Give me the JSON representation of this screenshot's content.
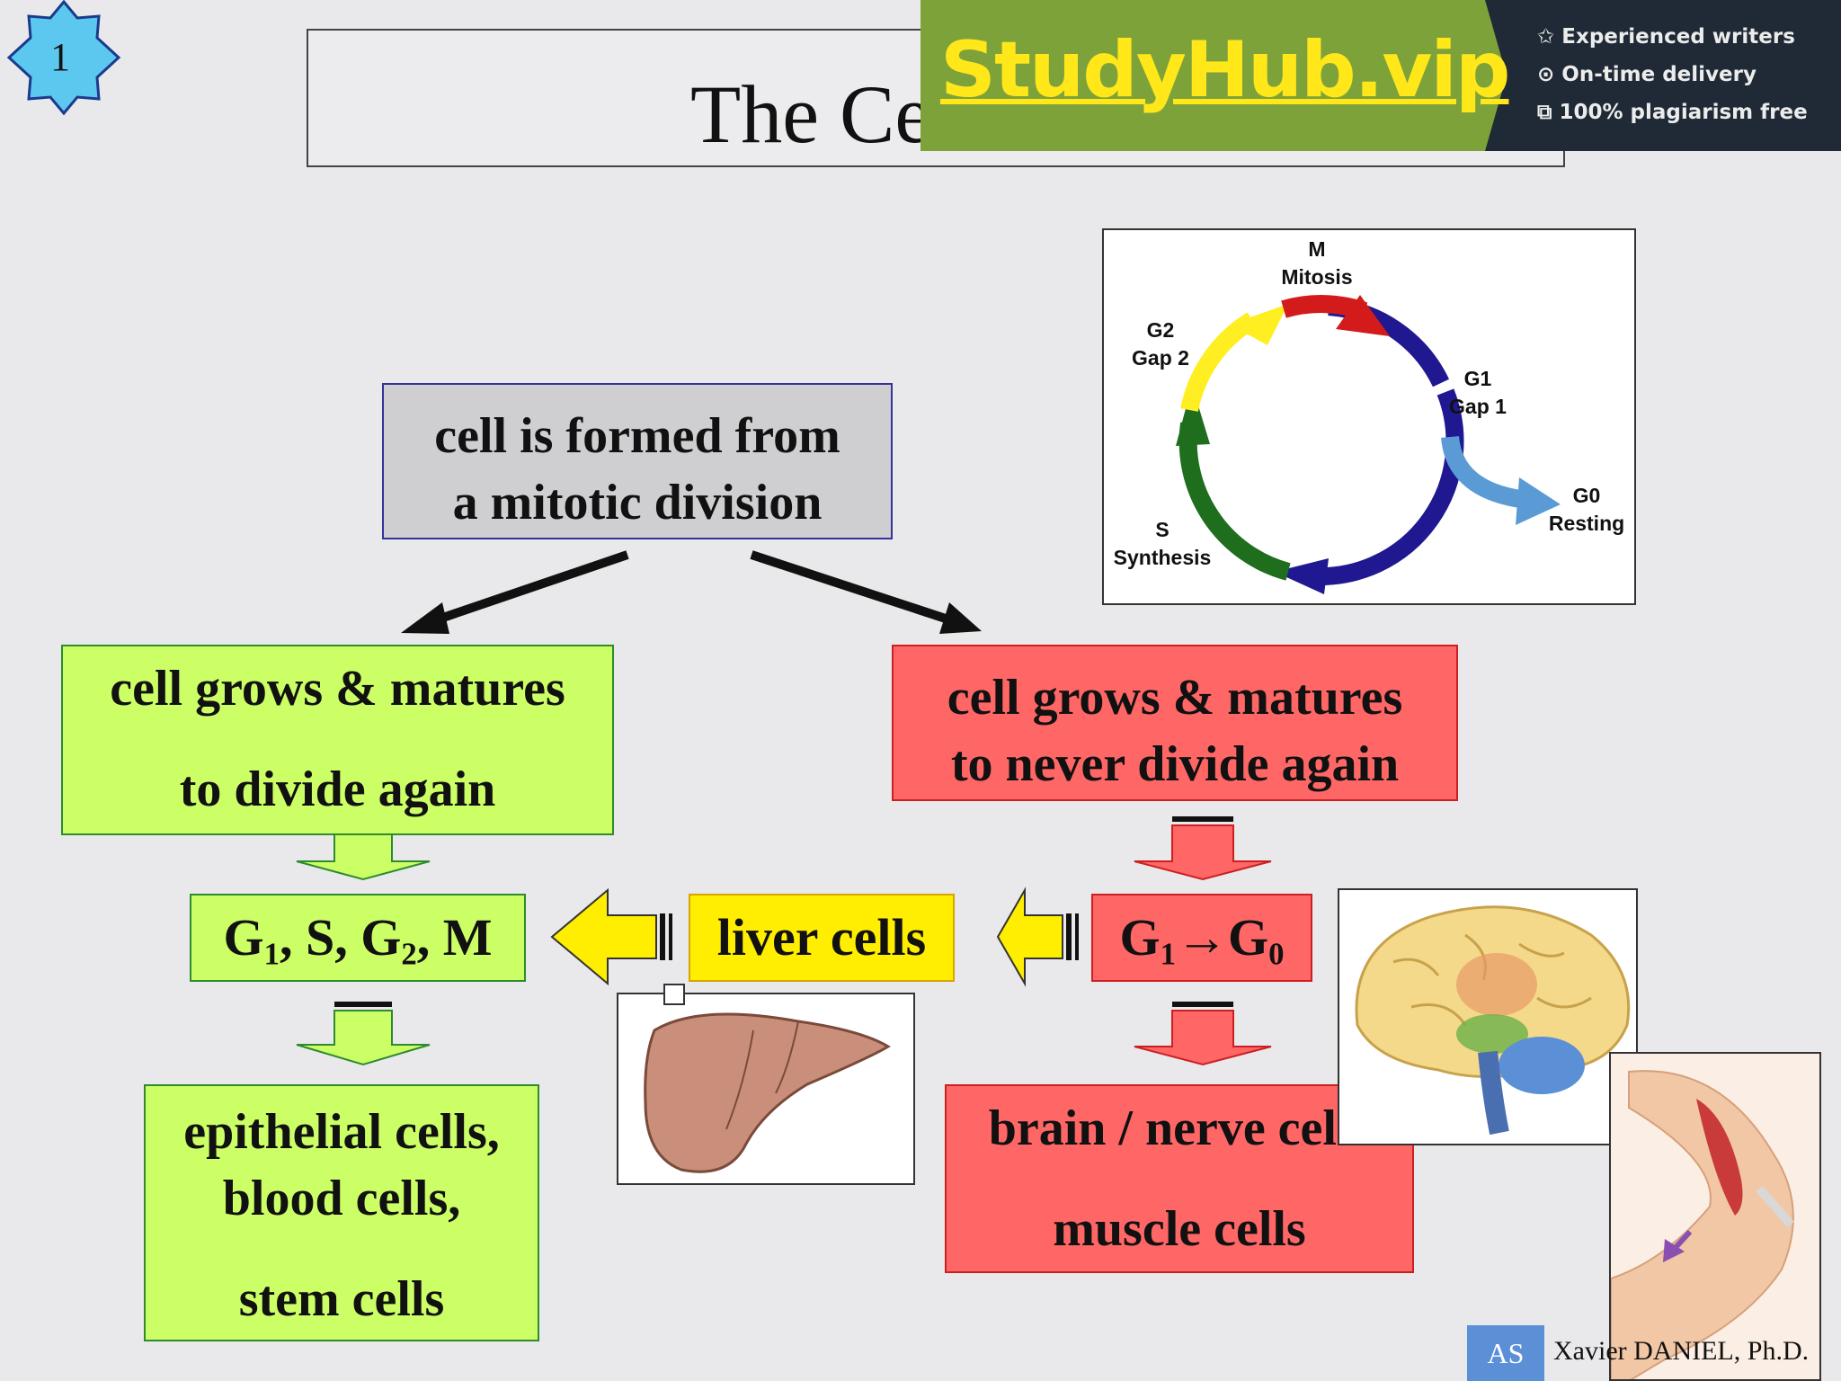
{
  "slide_number": "1",
  "title": "The Ce",
  "banner": {
    "brand": "StudyHub.vip",
    "features": [
      {
        "icon": "star-icon",
        "glyph": "✩",
        "text": "Experienced writers"
      },
      {
        "icon": "clock-icon",
        "glyph": "⊙",
        "text": "On-time delivery"
      },
      {
        "icon": "copy-icon",
        "glyph": "⧉",
        "text": "100% plagiarism free"
      }
    ]
  },
  "origin": {
    "line1": "cell is formed from",
    "line2": "a mitotic division"
  },
  "left_branch": {
    "line1": "cell grows & matures",
    "line2": "to divide again"
  },
  "right_branch": {
    "line1": "cell grows & matures",
    "line2": "to never divide again"
  },
  "phases_box": {
    "g": "G",
    "s1": "1",
    "comma1": ", S, ",
    "g2": "G",
    "s2": "2",
    "tail": ", M"
  },
  "liver_box": "liver cells",
  "g0_box": {
    "g1": "G",
    "s1": "1",
    "arrow": "→",
    "g0": "G",
    "s0": "0"
  },
  "dividing_examples": {
    "line1": "epithelial cells,",
    "line2": "blood cells,",
    "line3": "stem cells"
  },
  "nondividing_examples": {
    "line1": "brain / nerve cells",
    "line2": "muscle cells"
  },
  "cycle": {
    "m": {
      "code": "M",
      "name": "Mitosis"
    },
    "g1": {
      "code": "G1",
      "name": "Gap 1"
    },
    "g0": {
      "code": "G0",
      "name": "Resting"
    },
    "s": {
      "code": "S",
      "name": "Synthesis"
    },
    "g2": {
      "code": "G2",
      "name": "Gap 2"
    },
    "colors": {
      "m": "#d41b1b",
      "g1": "#1f1890",
      "s": "#1e6e1e",
      "g2": "#ffee22",
      "g0": "#5b9bd5"
    }
  },
  "footer": {
    "badge": "AS",
    "author": "Xavier DANIEL, Ph.D."
  },
  "colors": {
    "green_box": "#ccff66",
    "red_box": "#ff6666",
    "yellow_box": "#ffee00",
    "banner_green": "#7ea23a",
    "banner_dark": "#1f2a36"
  }
}
